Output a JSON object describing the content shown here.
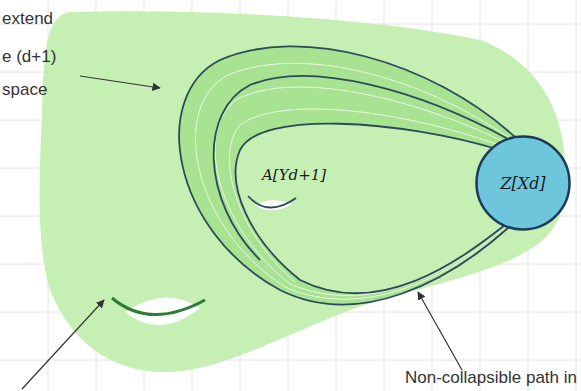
{
  "diagram": {
    "nodes": [
      {
        "text": [
          "Z[Xd]"
        ]
      }
    ],
    "labels": [
      "extend",
      "e (d+1)",
      "space",
      "A[Yd+1]",
      "Non-collapsible path in"
    ]
  }
}
